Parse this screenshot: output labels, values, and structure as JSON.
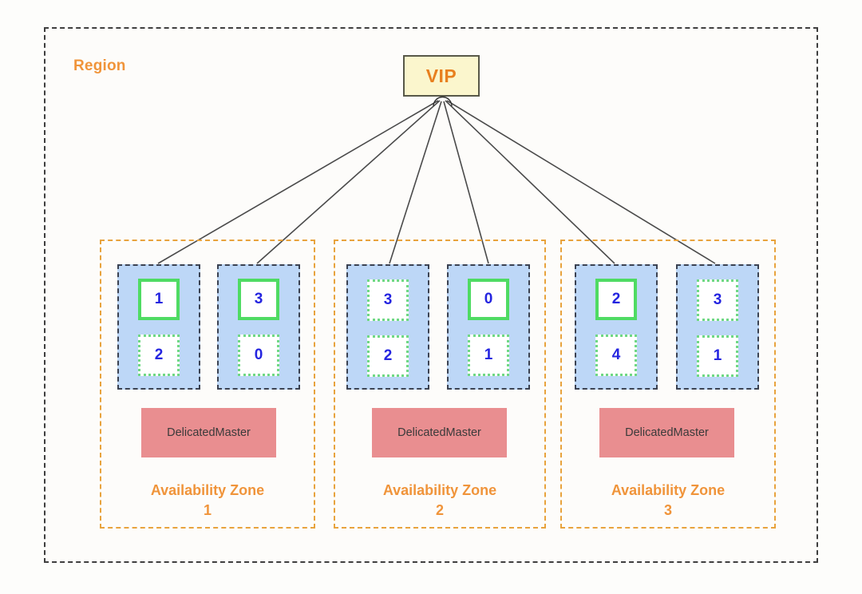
{
  "diagram": {
    "region": {
      "label": "Region"
    },
    "vip": {
      "label": "VIP"
    },
    "availability_zones": [
      {
        "id": "az-1",
        "label_line1": "Availability Zone",
        "label_line2": "1",
        "master": {
          "label": "DelicatedMaster"
        },
        "nodes": [
          {
            "id": "az1-node-a",
            "shards": [
              {
                "value": "1",
                "role": "primary"
              },
              {
                "value": "2",
                "role": "replica"
              }
            ]
          },
          {
            "id": "az1-node-b",
            "shards": [
              {
                "value": "3",
                "role": "primary"
              },
              {
                "value": "0",
                "role": "replica"
              }
            ]
          }
        ]
      },
      {
        "id": "az-2",
        "label_line1": "Availability Zone",
        "label_line2": "2",
        "master": {
          "label": "DelicatedMaster"
        },
        "nodes": [
          {
            "id": "az2-node-a",
            "shards": [
              {
                "value": "3",
                "role": "replica"
              },
              {
                "value": "2",
                "role": "replica"
              }
            ]
          },
          {
            "id": "az2-node-b",
            "shards": [
              {
                "value": "0",
                "role": "primary"
              },
              {
                "value": "1",
                "role": "replica"
              }
            ]
          }
        ]
      },
      {
        "id": "az-3",
        "label_line1": "Availability Zone",
        "label_line2": "3",
        "master": {
          "label": "DelicatedMaster"
        },
        "nodes": [
          {
            "id": "az3-node-a",
            "shards": [
              {
                "value": "2",
                "role": "primary"
              },
              {
                "value": "4",
                "role": "replica"
              }
            ]
          },
          {
            "id": "az3-node-b",
            "shards": [
              {
                "value": "3",
                "role": "replica"
              },
              {
                "value": "1",
                "role": "replica"
              }
            ]
          }
        ]
      }
    ],
    "connections": {
      "from": "vip",
      "count": 6,
      "targets": [
        "az1-node-a",
        "az1-node-b",
        "az2-node-a",
        "az2-node-b",
        "az3-node-a",
        "az3-node-b"
      ]
    },
    "colors": {
      "region_border": "#3f3f3f",
      "az_border": "#e8a33d",
      "az_label": "#f0943a",
      "vip_fill": "#fbf6cd",
      "vip_border": "#585848",
      "vip_text": "#e8801f",
      "node_fill": "#bdd7f7",
      "node_border": "#3b4252",
      "shard_primary_border": "#4fdb63",
      "shard_replica_border": "#6fd884",
      "shard_text": "#2424e0",
      "master_fill": "#e98e90",
      "master_text": "#3a3a3a",
      "connector_line": "#4a4a4a",
      "background": "#fdfdfb"
    }
  }
}
